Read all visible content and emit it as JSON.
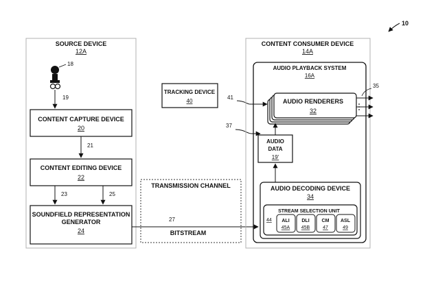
{
  "figure_ref": "10",
  "source_device": {
    "title": "SOURCE DEVICE",
    "id": "12A",
    "microphone_ref": "18",
    "arrow_mic_ref": "19",
    "capture": {
      "label": "CONTENT CAPTURE DEVICE",
      "id": "20"
    },
    "arrow_capture_ref": "21",
    "editing": {
      "label": "CONTENT EDITING DEVICE",
      "id": "22"
    },
    "arrow_edit_left_ref": "23",
    "arrow_edit_right_ref": "25",
    "soundfield": {
      "label_line1": "SOUNDFIELD REPRESENTATION",
      "label_line2": "GENERATOR",
      "id": "24"
    }
  },
  "transmission": {
    "title": "TRANSMISSION CHANNEL",
    "bitstream_ref": "27",
    "bitstream_label": "BITSTREAM"
  },
  "tracking": {
    "label": "TRACKING DEVICE",
    "id": "40",
    "arrow_ref": "41"
  },
  "arrow_37_ref": "37",
  "consumer_device": {
    "title": "CONTENT CONSUMER DEVICE",
    "id": "14A",
    "playback": {
      "title": "AUDIO PLAYBACK SYSTEM",
      "id": "16A",
      "renderers": {
        "label": "AUDIO RENDERERS",
        "id": "32"
      },
      "output_ref": "35",
      "audio_data": {
        "line1": "AUDIO",
        "line2": "DATA",
        "id": "19'"
      },
      "decoding": {
        "label": "AUDIO DECODING DEVICE",
        "id": "34"
      },
      "stream_selection": {
        "label": "STREAM SELECTION UNIT",
        "id": "44",
        "units": [
          {
            "name": "ALI",
            "id": "45A"
          },
          {
            "name": "DLI",
            "id": "45B"
          },
          {
            "name": "CM",
            "id": "47"
          },
          {
            "name": "ASL",
            "id": "49"
          }
        ]
      }
    }
  }
}
